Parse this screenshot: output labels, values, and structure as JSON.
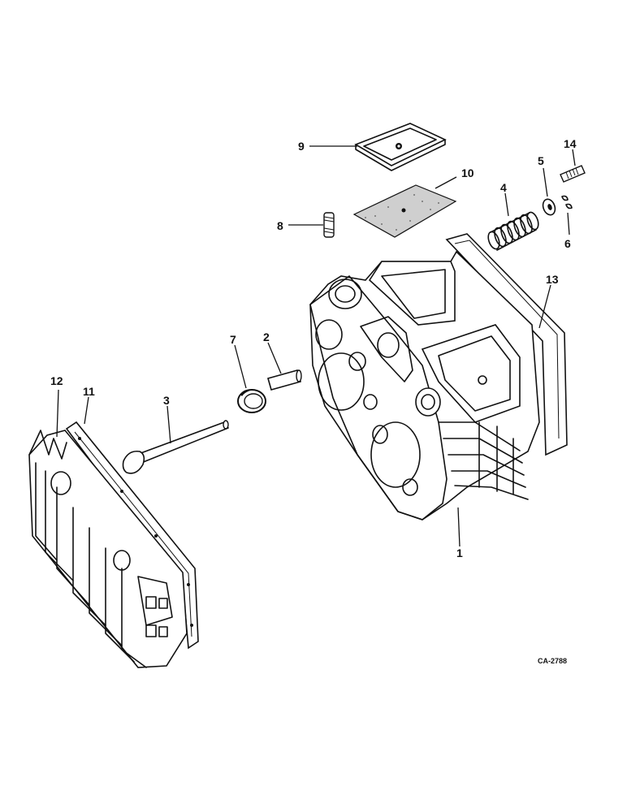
{
  "callouts": [
    {
      "id": "1",
      "label": "1"
    },
    {
      "id": "2",
      "label": "2"
    },
    {
      "id": "3",
      "label": "3"
    },
    {
      "id": "4",
      "label": "4"
    },
    {
      "id": "5",
      "label": "5"
    },
    {
      "id": "6",
      "label": "6"
    },
    {
      "id": "7",
      "label": "7"
    },
    {
      "id": "8",
      "label": "8"
    },
    {
      "id": "9",
      "label": "9"
    },
    {
      "id": "10",
      "label": "10"
    },
    {
      "id": "11",
      "label": "11"
    },
    {
      "id": "12",
      "label": "12"
    },
    {
      "id": "13",
      "label": "13"
    },
    {
      "id": "14",
      "label": "14"
    }
  ],
  "figure_code": "CA-2788"
}
